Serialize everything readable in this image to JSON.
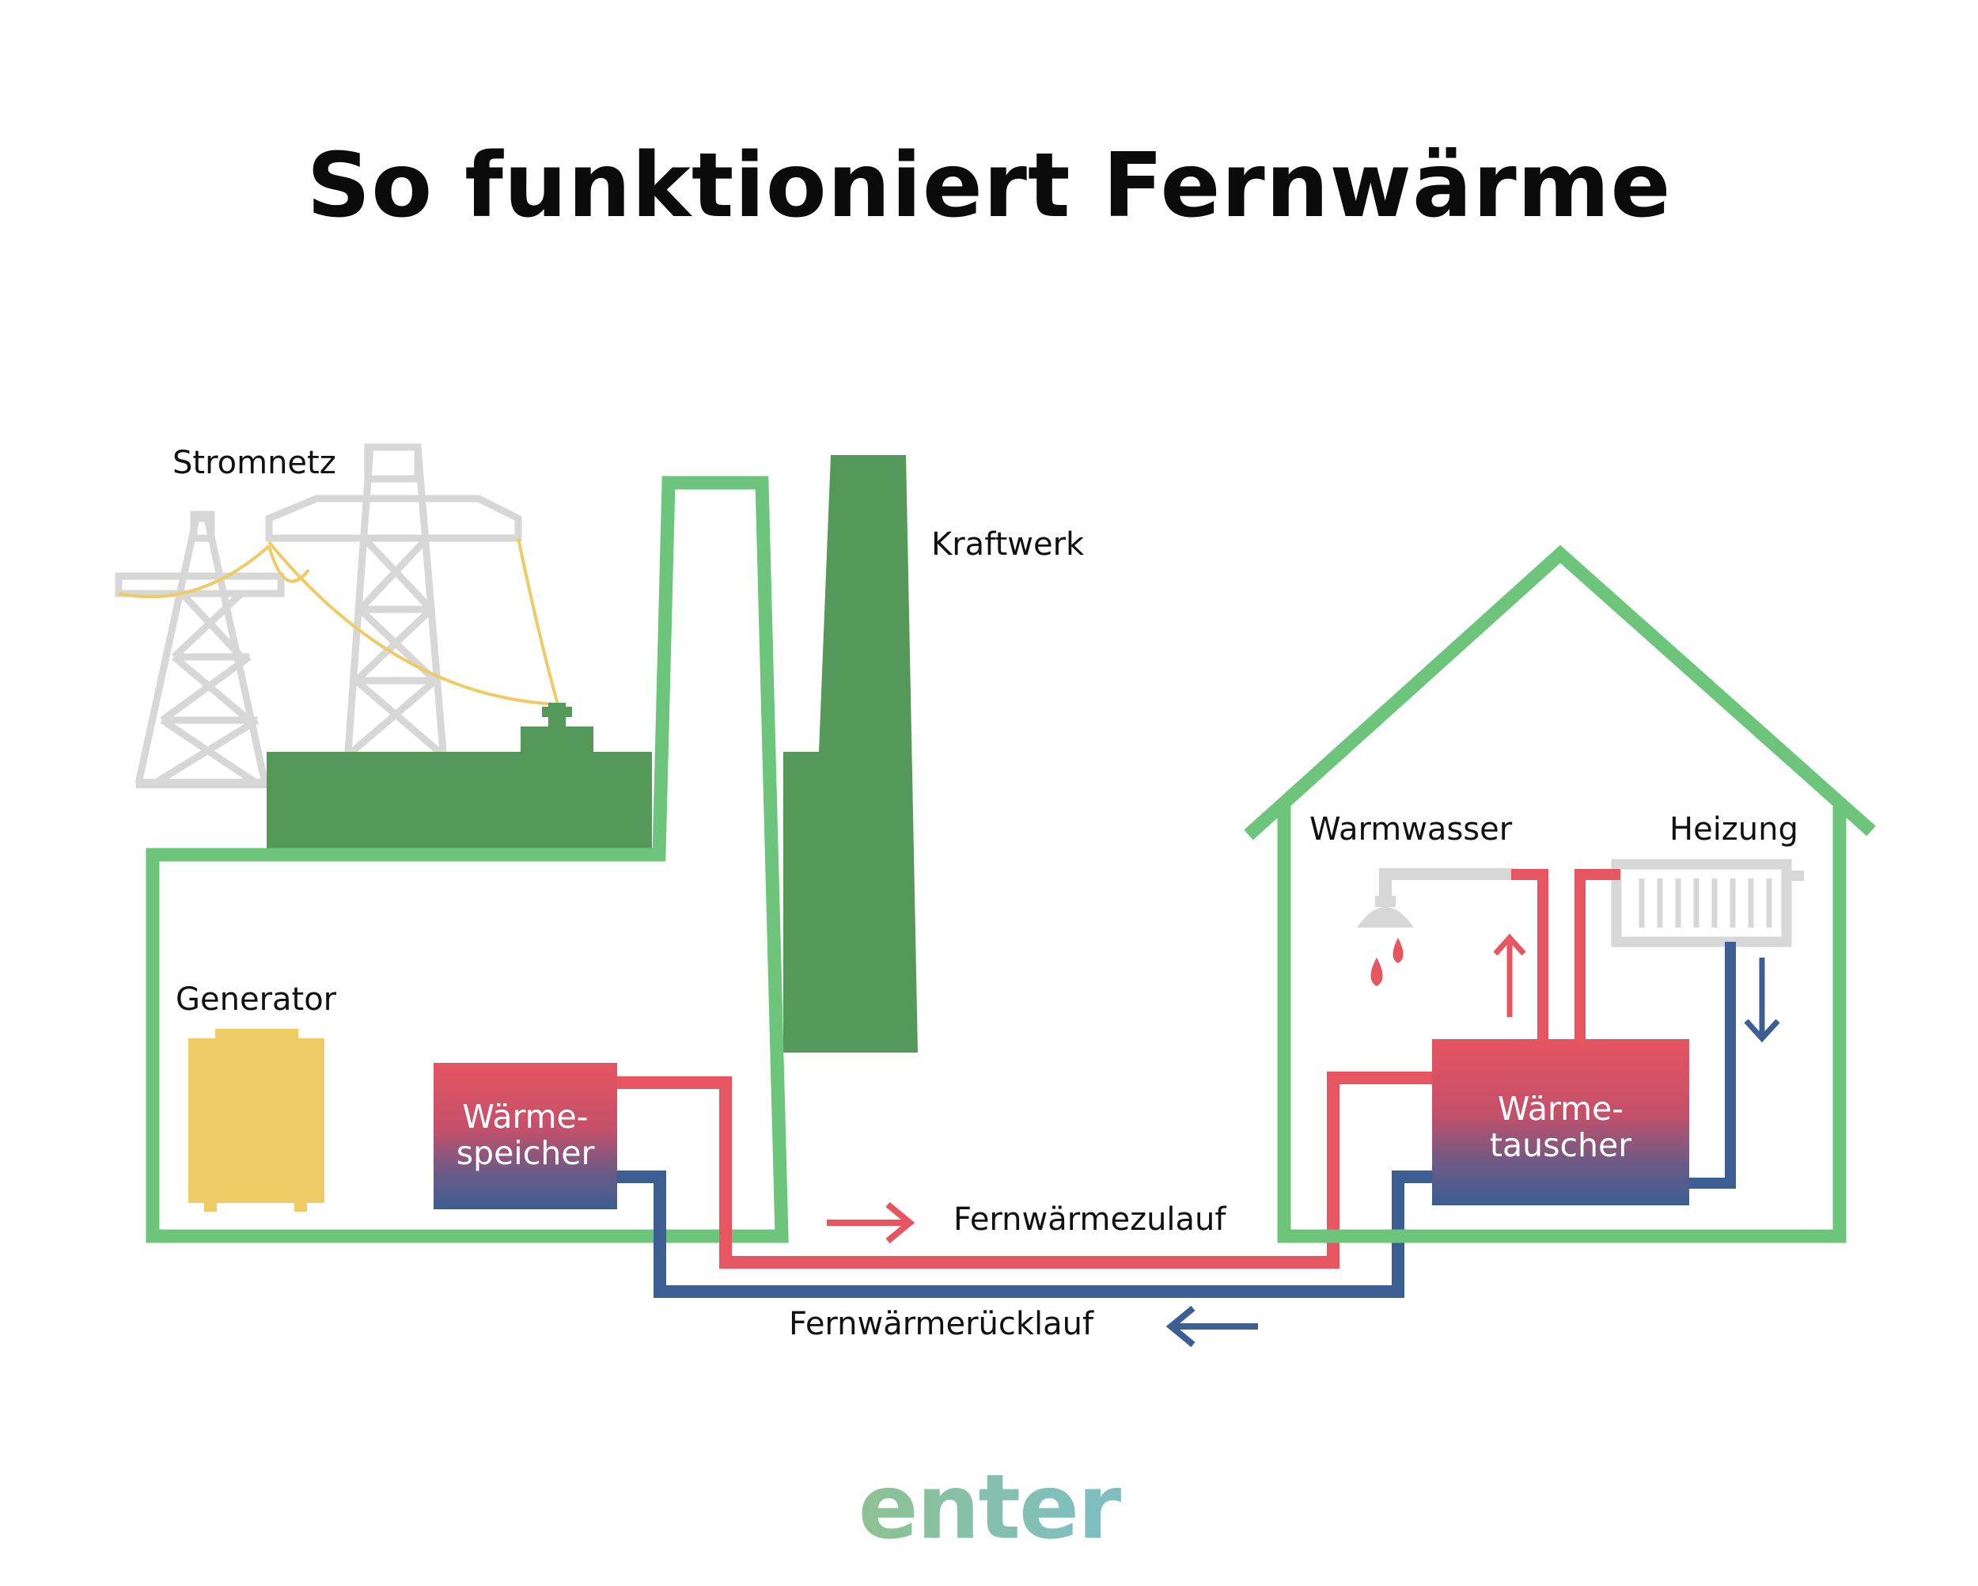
{
  "title": "So funktioniert Fernwärme",
  "labels": {
    "stromnetz": "Stromnetz",
    "kraftwerk": "Kraftwerk",
    "generator": "Generator",
    "warmwasser": "Warmwasser",
    "heizung": "Heizung",
    "zulauf": "Fernwärmezulauf",
    "ruecklauf": "Fernwärmerücklauf"
  },
  "boxes": {
    "speicher": [
      "Wärme-",
      "speicher"
    ],
    "tauscher": [
      "Wärme-",
      "tauscher"
    ]
  },
  "logo": "enter",
  "colors": {
    "green_light": "#6cc57a",
    "green_dark": "#54995a",
    "supply_red": "#e65560",
    "return_blue": "#3c5e92",
    "generator_yellow": "#efcb66",
    "pylon_gray": "#d7d7d7",
    "cable_yellow": "#efcb66"
  }
}
